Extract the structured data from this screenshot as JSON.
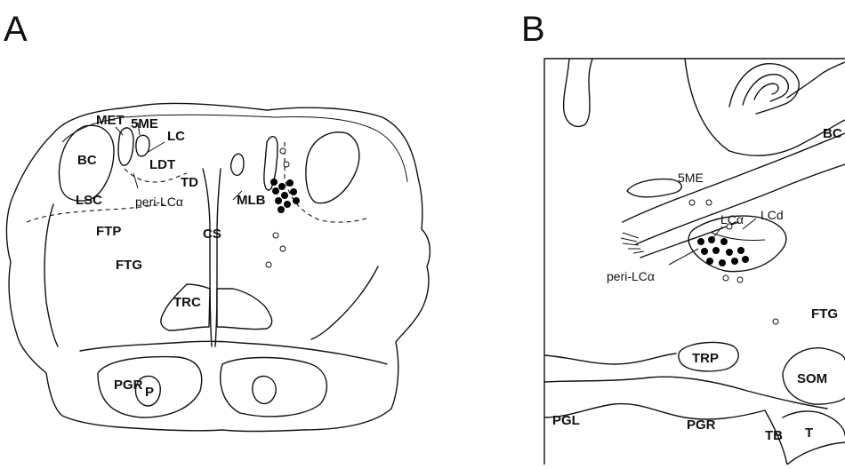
{
  "panel_a": {
    "letter": "A",
    "labels": {
      "met": "MET",
      "fiveme": "5ME",
      "lc": "LC",
      "bc": "BC",
      "ldt": "LDT",
      "td": "TD",
      "lsc": "LSC",
      "peri_lca": "peri-LCα",
      "mlb": "MLB",
      "ftp": "FTP",
      "cs": "CS",
      "ftg": "FTG",
      "trc": "TRC",
      "pgr": "PGR",
      "p": "P"
    }
  },
  "panel_b": {
    "letter": "B",
    "labels": {
      "bc": "BC",
      "fiveme": "5ME",
      "lca": "LCα",
      "lcd": "LCd",
      "peri_lca": "peri-LCα",
      "ftg": "FTG",
      "trp": "TRP",
      "som": "SOM",
      "pgl": "PGL",
      "pgr": "PGR",
      "tb": "TB",
      "t": "T"
    }
  }
}
